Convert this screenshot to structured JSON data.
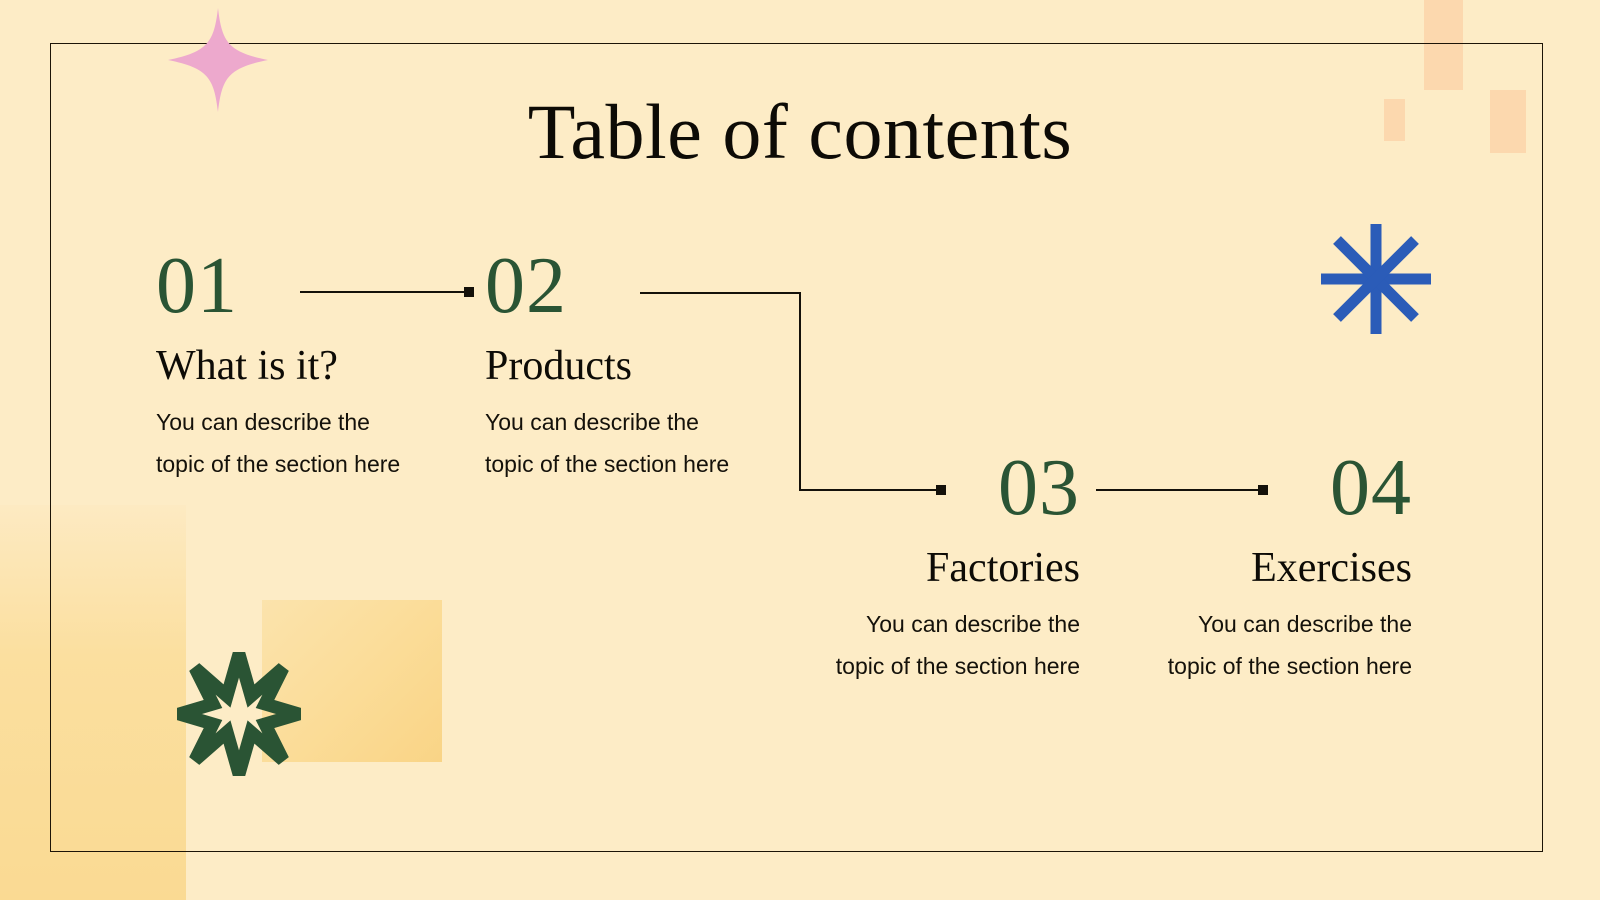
{
  "slide": {
    "title": "Table of contents",
    "background_color": "#fdecc6",
    "frame_color": "#1c1407",
    "accent_green": "#2a5434",
    "accent_blue": "#2b5cb8",
    "accent_pink": "#eda9cd",
    "accent_peach": "#fcd8ae"
  },
  "items": [
    {
      "number": "01",
      "heading": "What is it?",
      "body": "You can describe the topic of the section here",
      "align": "left"
    },
    {
      "number": "02",
      "heading": "Products",
      "body": "You can describe the topic of the section here",
      "align": "left"
    },
    {
      "number": "03",
      "heading": "Factories",
      "body": "You can describe the topic of the section here",
      "align": "right"
    },
    {
      "number": "04",
      "heading": "Exercises",
      "body": "You can describe the topic of the section here",
      "align": "right"
    }
  ],
  "decorations": [
    {
      "name": "pink-four-point-star",
      "color": "#eda9cd"
    },
    {
      "name": "blue-eight-point-asterisk",
      "color": "#2b5cb8"
    },
    {
      "name": "green-eight-point-star-outline",
      "color": "#2a5434"
    },
    {
      "name": "peach-rectangle-tall",
      "color": "#fcd8ae"
    },
    {
      "name": "peach-rectangle-small",
      "color": "#fcd8ae"
    },
    {
      "name": "peach-rectangle-mid",
      "color": "#fcd8ae"
    },
    {
      "name": "yellow-gradient-square",
      "color": "#fbdc97"
    },
    {
      "name": "corner-gradient-block",
      "color": "#fada93"
    }
  ],
  "connectors": [
    {
      "name": "connector-01-to-02",
      "type": "straight"
    },
    {
      "name": "connector-02-to-03",
      "type": "elbow"
    },
    {
      "name": "connector-03-to-04",
      "type": "straight"
    }
  ]
}
